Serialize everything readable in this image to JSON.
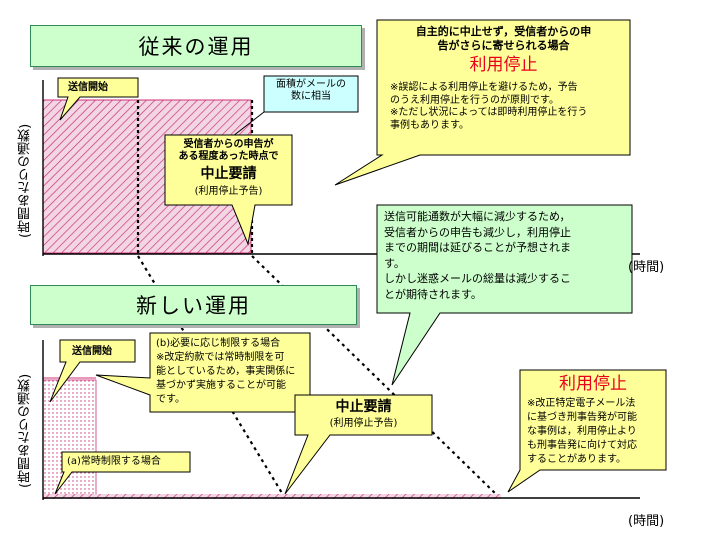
{
  "top": {
    "title": "従来の運用",
    "y_axis_label": "(時間あたりの通数)",
    "x_axis_label": "(時間)",
    "send_start": "送信開始",
    "area_note": "面積がメールの\n数に相当",
    "request_intro": "受信者からの申告が\nある程度あった時点で",
    "request_title": "中止要請",
    "request_sub": "(利用停止予告)",
    "stop_intro": "自主的に中止せず，受信者からの申\n告がさらに寄せられる場合",
    "stop_title": "利用停止",
    "stop_note": "※誤認による利用停止を避けるため，予告\nのうえ利用停止を行うのが原則です。\n※ただし状況によっては即時利用停止を行う\n事例もあります。"
  },
  "middle_note": "送信可能通数が大幅に減少するため，\n受信者からの申告も減少し，利用停止\nまでの期間は延びることが予想されま\nす。\nしかし迷惑メールの総量は減少するこ\nとが期待されます。",
  "bottom": {
    "title": "新しい運用",
    "y_axis_label": "(時間あたりの通数)",
    "x_axis_label": "(時間)",
    "send_start": "送信開始",
    "limit_b": "(b)必要に応じ制限する場合\n※改定約款では常時制限を可\n能としているため，事実関係に\n基づかず実施することが可能\nです。",
    "limit_a": "(a)常時制限する場合",
    "request_title": "中止要請",
    "request_sub": "(利用停止予告)",
    "stop_title": "利用停止",
    "stop_note": "※改正特定電子メール法\nに基づき刑事告発が可能\nな事例は，利用停止より\nも刑事告発に向けて対応\nすることがあります。"
  },
  "colors": {
    "title_fill": "#ccffcc",
    "bubble_fill": "#ffff99",
    "note_fill": "#ccffcc",
    "hatch": "#cc3377",
    "stop_red": "#e8001c",
    "info_box": "#ccffff"
  }
}
